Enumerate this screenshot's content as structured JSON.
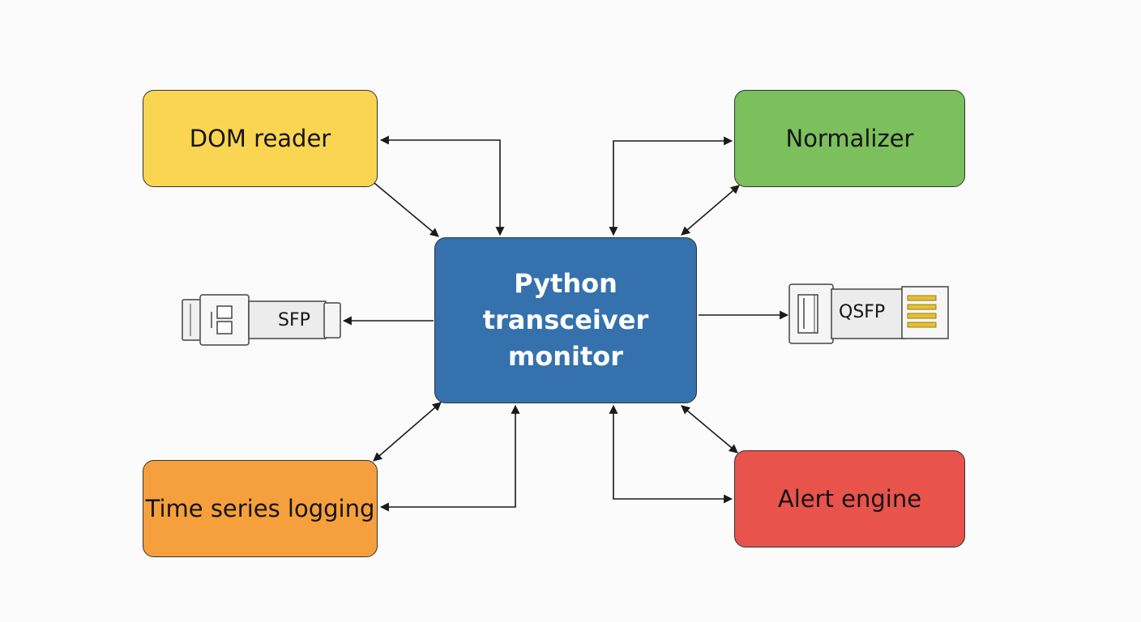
{
  "diagram": {
    "center": {
      "label": "Python\ntransceiver\nmonitor"
    },
    "nodes": {
      "dom_reader": "DOM reader",
      "normalizer": "Normalizer",
      "time_series": "Time series logging",
      "alert_engine": "Alert engine"
    },
    "modules": {
      "sfp": "SFP",
      "qsfp": "QSFP"
    },
    "colors": {
      "dom_reader": "#f9d552",
      "normalizer": "#7cbf5d",
      "time_series": "#f5a03c",
      "alert_engine": "#e8534b",
      "center": "#3471ad"
    },
    "icons": [
      "sfp-module-icon",
      "qsfp-module-icon"
    ]
  }
}
